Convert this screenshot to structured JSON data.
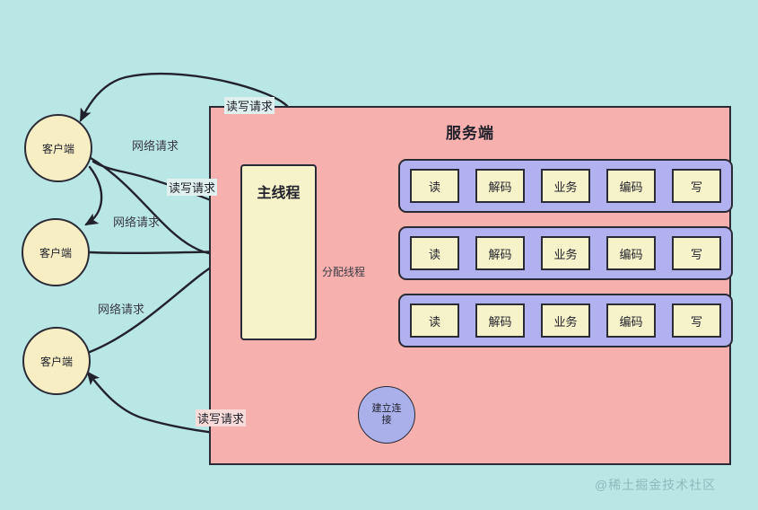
{
  "diagram": {
    "title": "Reactor multi-thread server model",
    "colors": {
      "canvas_bg": "#b9e7e6",
      "server_bg": "#f6b0ae",
      "row_bg": "#b2b1ef",
      "cell_bg": "#f6f2c9",
      "client_bg": "#f7eec4",
      "conn_bg": "#aab0ea",
      "stroke": "#2b2b36",
      "watermark": "#8fb9bb"
    }
  },
  "server": {
    "title": "服务端",
    "pipeline_stages": [
      "读",
      "解码",
      "业务",
      "编码",
      "写"
    ],
    "rows": [
      {
        "stages": [
          "读",
          "解码",
          "业务",
          "编码",
          "写"
        ]
      },
      {
        "stages": [
          "读",
          "解码",
          "业务",
          "编码",
          "写"
        ]
      },
      {
        "stages": [
          "读",
          "解码",
          "业务",
          "编码",
          "写"
        ]
      }
    ],
    "main_thread": {
      "label": "主线程"
    },
    "connection_node": {
      "line1": "建立连",
      "line2": "接",
      "label": "建立连接"
    }
  },
  "clients": [
    {
      "label": "客户端"
    },
    {
      "label": "客户端"
    },
    {
      "label": "客户端"
    }
  ],
  "edge_labels": {
    "network_request_1": "网络请求",
    "network_request_2": "网络请求",
    "network_request_3": "网络请求",
    "rw_request_top": "读写请求",
    "rw_request_mid": "读写请求",
    "rw_request_bottom": "读写请求",
    "assign_thread": "分配线程"
  },
  "watermark": "@稀土掘金技术社区"
}
